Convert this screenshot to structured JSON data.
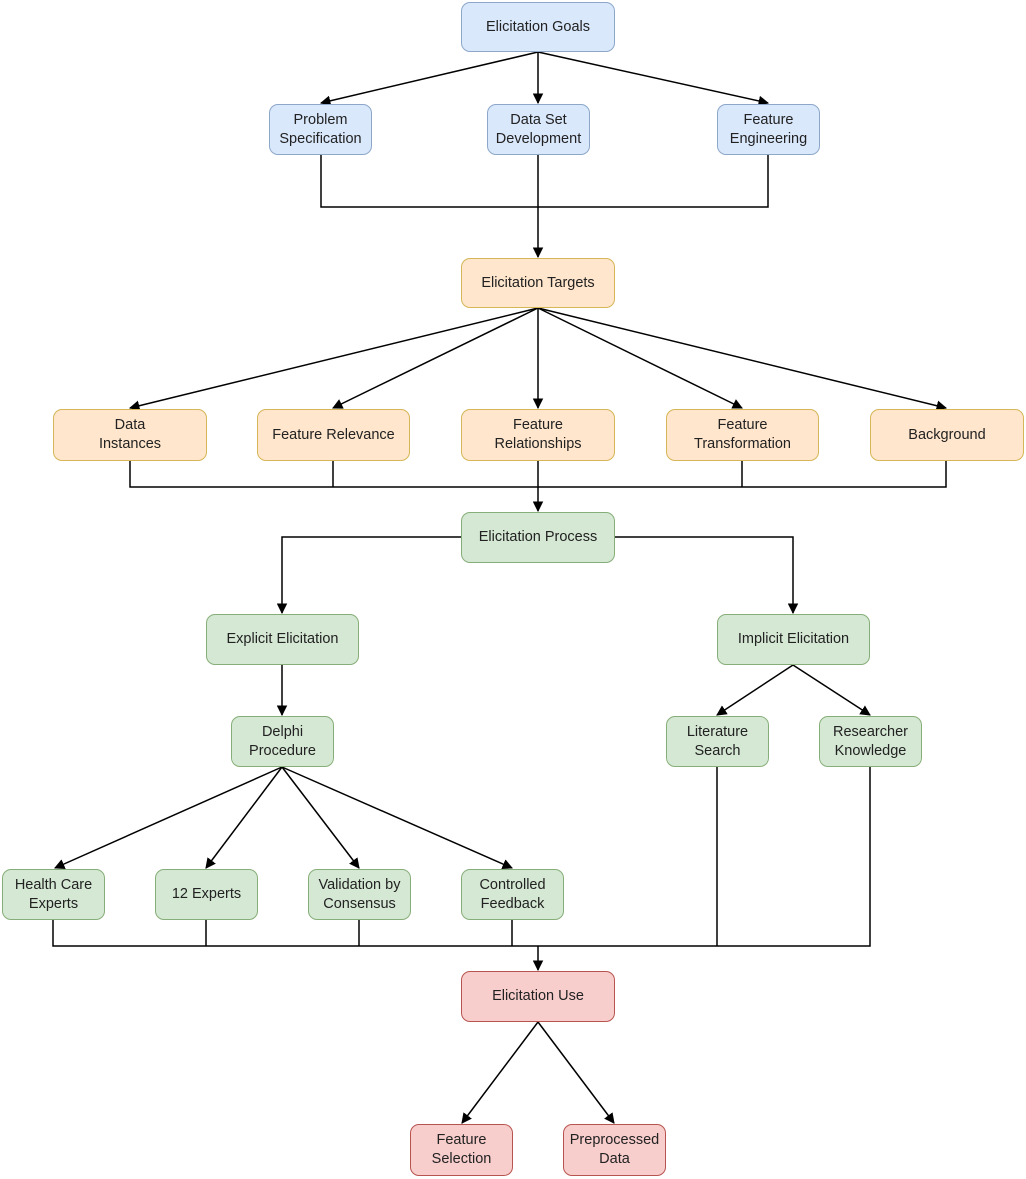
{
  "goals": {
    "root": "Elicitation Goals",
    "problem_specification": "Problem\nSpecification",
    "data_set_development": "Data Set\nDevelopment",
    "feature_engineering": "Feature\nEngineering"
  },
  "targets": {
    "root": "Elicitation Targets",
    "data_instances": "Data\nInstances",
    "feature_relevance": "Feature Relevance",
    "feature_relationships": "Feature Relationships",
    "feature_transformation": "Feature\nTransformation",
    "background": "Background"
  },
  "process": {
    "root": "Elicitation Process",
    "explicit": "Explicit Elicitation",
    "implicit": "Implicit Elicitation",
    "delphi": "Delphi\nProcedure",
    "literature_search": "Literature\nSearch",
    "researcher_knowledge": "Researcher\nKnowledge",
    "health_care_experts": "Health Care\nExperts",
    "twelve_experts": "12 Experts",
    "validation_by_consensus": "Validation by\nConsensus",
    "controlled_feedback": "Controlled\nFeedback"
  },
  "use": {
    "root": "Elicitation Use",
    "feature_selection": "Feature\nSelection",
    "preprocessed_data": "Preprocessed\nData"
  },
  "colors": {
    "goals_fill": "#dae8fc",
    "targets_fill": "#ffe6cc",
    "process_fill": "#d5e8d4",
    "use_fill": "#f8cecc",
    "connector": "#000000"
  }
}
